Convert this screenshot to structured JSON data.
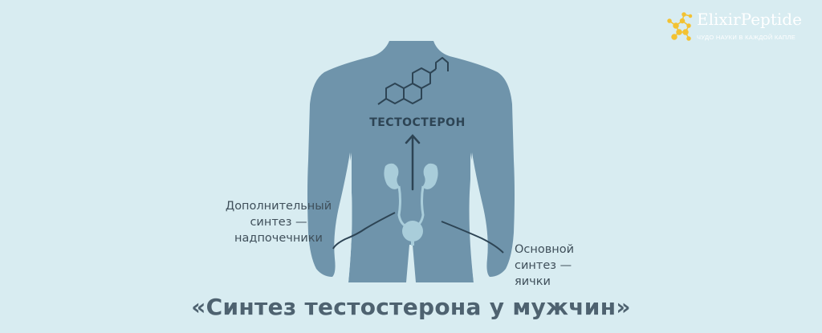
{
  "title": "«Синтез тестостерона у мужчин»",
  "logo": {
    "name": "ElixirPeptide",
    "tagline": "ЧУДО НАУКИ В КАЖДОЙ КАПЛЕ",
    "icon": "molecule-icon",
    "accent_color": "#f3c232"
  },
  "diagram": {
    "hormone_label": "ТЕСТОСТЕРОН",
    "hormone_icon": "steroid-molecule-icon",
    "arrow": "up-arrow",
    "left_label": {
      "lines": [
        "Дополнительный",
        "синтез —",
        "надпочечники"
      ]
    },
    "right_label": {
      "lines": [
        "Основной",
        "синтез —",
        "яички"
      ]
    }
  },
  "colors": {
    "background": "#d8ecf1",
    "body": "#6f94ab",
    "organs": "#a9cdda",
    "lines": "#2d4454",
    "text": "#3f4f5a",
    "title": "#4e6270"
  }
}
